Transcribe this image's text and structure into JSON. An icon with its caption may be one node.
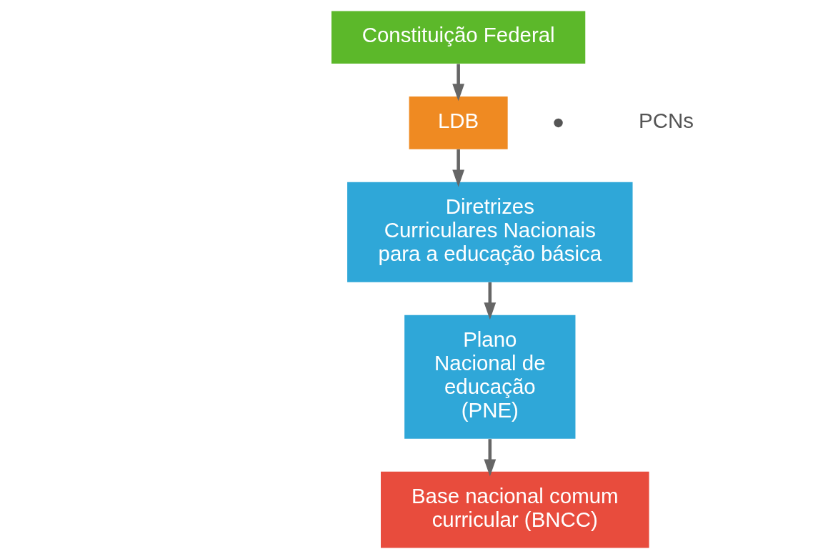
{
  "diagram": {
    "nodes": [
      {
        "text": [
          "Constituição Federal"
        ]
      },
      {
        "text": [
          "LDB"
        ]
      },
      {
        "text": [
          "Diretrizes Curriculares Nacionais para a educação básica"
        ]
      },
      {
        "text": [
          "Plano Nacional de educação (PNE)"
        ]
      },
      {
        "text": [
          "Base nacional comum curricular (BNCC)"
        ]
      }
    ],
    "edges": [
      {
        "from": 0,
        "to": 1,
        "arrow": "to"
      },
      {
        "from": 1,
        "to": 2,
        "arrow": "to"
      },
      {
        "from": 2,
        "to": 3,
        "arrow": "to"
      },
      {
        "from": 3,
        "to": 4,
        "arrow": "to"
      }
    ],
    "labels": [
      "PCNs"
    ]
  }
}
